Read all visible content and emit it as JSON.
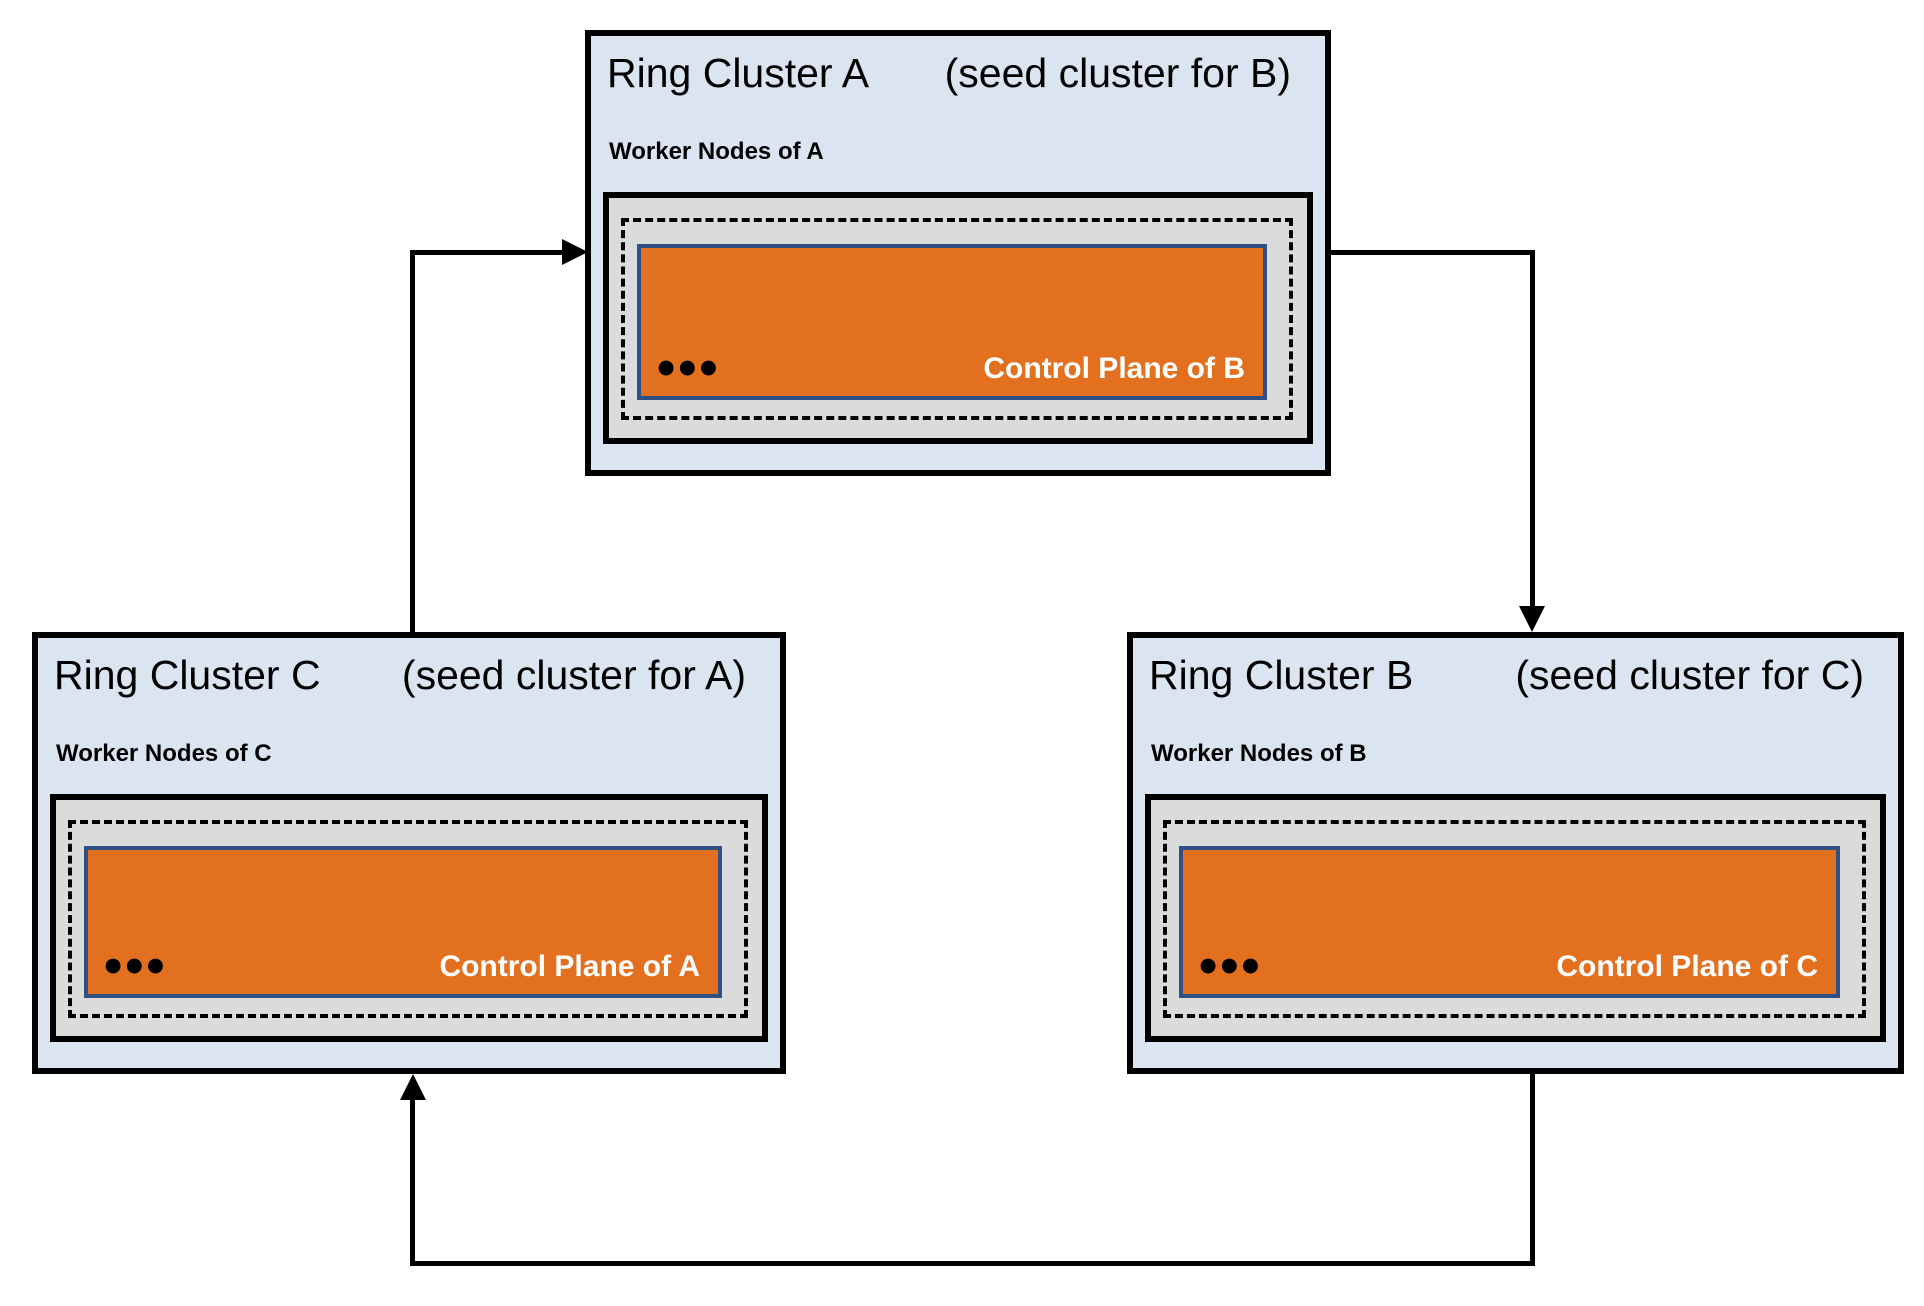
{
  "colors": {
    "canvas-bg": "#ffffff",
    "cluster-fill": "#dbe5f1",
    "cluster-border": "#000000",
    "node-box-fill": "#dbdbdb",
    "control-plane-fill": "#e2701e",
    "control-plane-border": "#2e5084",
    "control-plane-text": "#ffffff",
    "text-color": "#000000",
    "arrow-color": "#000000"
  },
  "clusters": [
    {
      "id": "A",
      "title": "Ring Cluster A",
      "seed_note": "(seed cluster for B)",
      "worker_label": "Worker Nodes of A",
      "dots": "•••",
      "control_plane_label": "Control Plane of B"
    },
    {
      "id": "C",
      "title": "Ring Cluster C",
      "seed_note": "(seed cluster for A)",
      "worker_label": "Worker Nodes of C",
      "dots": "•••",
      "control_plane_label": "Control Plane of A"
    },
    {
      "id": "B",
      "title": "Ring Cluster B",
      "seed_note": "(seed cluster for C)",
      "worker_label": "Worker Nodes of B",
      "dots": "•••",
      "control_plane_label": "Control Plane of C"
    }
  ],
  "arrows": [
    {
      "from": "Ring Cluster C",
      "to": "Ring Cluster A"
    },
    {
      "from": "Ring Cluster A",
      "to": "Ring Cluster B"
    },
    {
      "from": "Ring Cluster B",
      "to": "Ring Cluster C"
    }
  ]
}
